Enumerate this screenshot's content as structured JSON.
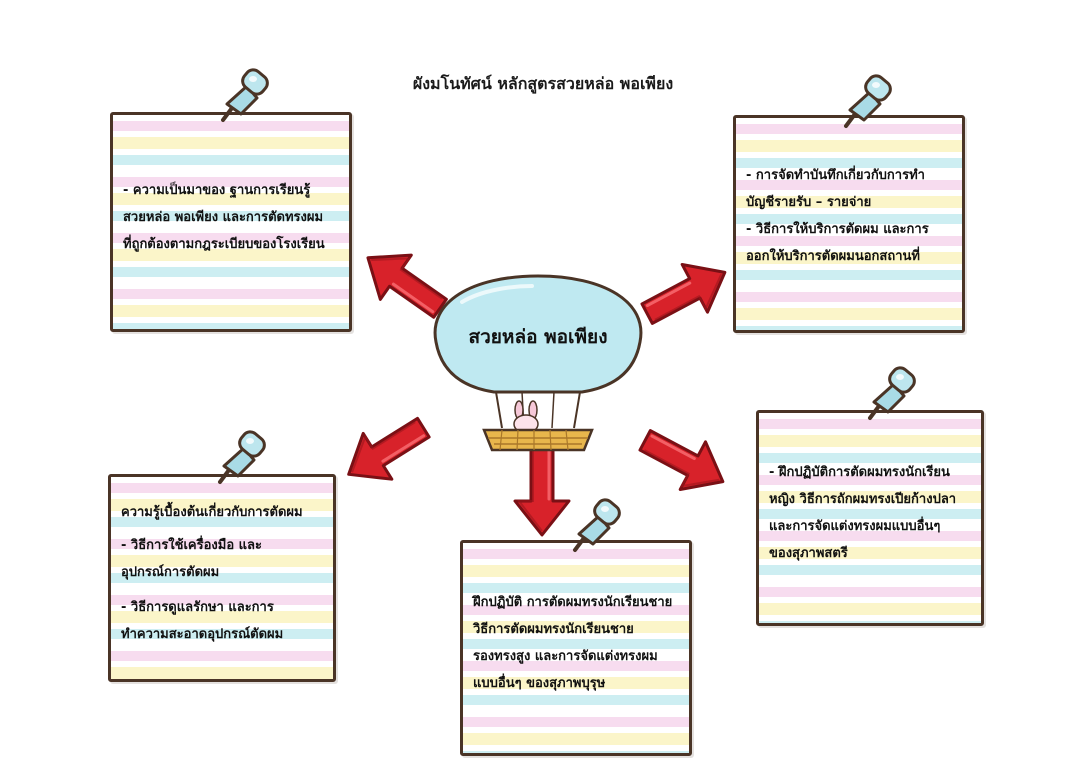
{
  "title": "ผังมโนทัศน์ หลักสูตรสวยหล่อ พอเพียง",
  "center": {
    "label": "สวยหล่อ พอเพียง"
  },
  "notes": {
    "top_left": {
      "lines": [
        "      - ความเป็นมาของ ฐานการเรียนรู้",
        "สวยหล่อ พอเพียง และการตัดทรงผม",
        "ที่ถูกต้องตามกฎระเบียบของโรงเรียน"
      ]
    },
    "top_right": {
      "lines": [
        "- การจัดทำบันทึกเกี่ยวกับการทำ",
        "บัญชีรายรับ – รายจ่าย",
        "- วิธีการให้บริการตัดผม และการ",
        "ออกให้บริการตัดผมนอกสถานที่"
      ]
    },
    "bottom_left": {
      "lines": [
        "ความรู้เบื้องต้นเกี่ยวกับการตัดผม",
        "   - วิธีการใช้เครื่องมือ และ",
        "อุปกรณ์การตัดผม"
      ],
      "lines2": [
        "       - วิธีการดูแลรักษา และการ",
        "ทำความสะอาดอุปกรณ์ตัดผม"
      ]
    },
    "bottom_center": {
      "lines": [
        "ฝึกปฏิบัติ การตัดผมทรงนักเรียนชาย",
        "วิธีการตัดผมทรงนักเรียนชาย",
        "รองทรงสูง และการจัดแต่งทรงผม",
        "แบบอื่นๆ ของสุภาพบุรุษ"
      ]
    },
    "right": {
      "lines": [
        "- ฝึกปฏิบัติการตัดผมทรงนักเรียน",
        "หญิง วิธีการถักผมทรงเปียก้างปลา",
        "และการจัดแต่งทรงผมแบบอื่นๆ",
        "ของสุภาพสตรี"
      ]
    }
  },
  "colors": {
    "arrow": "#d8222a",
    "arrow_dark": "#7a1015",
    "balloon": "#bfe9f1",
    "basket": "#e8b64c",
    "pin": "#a9dbe6",
    "outline": "#4a3426"
  }
}
